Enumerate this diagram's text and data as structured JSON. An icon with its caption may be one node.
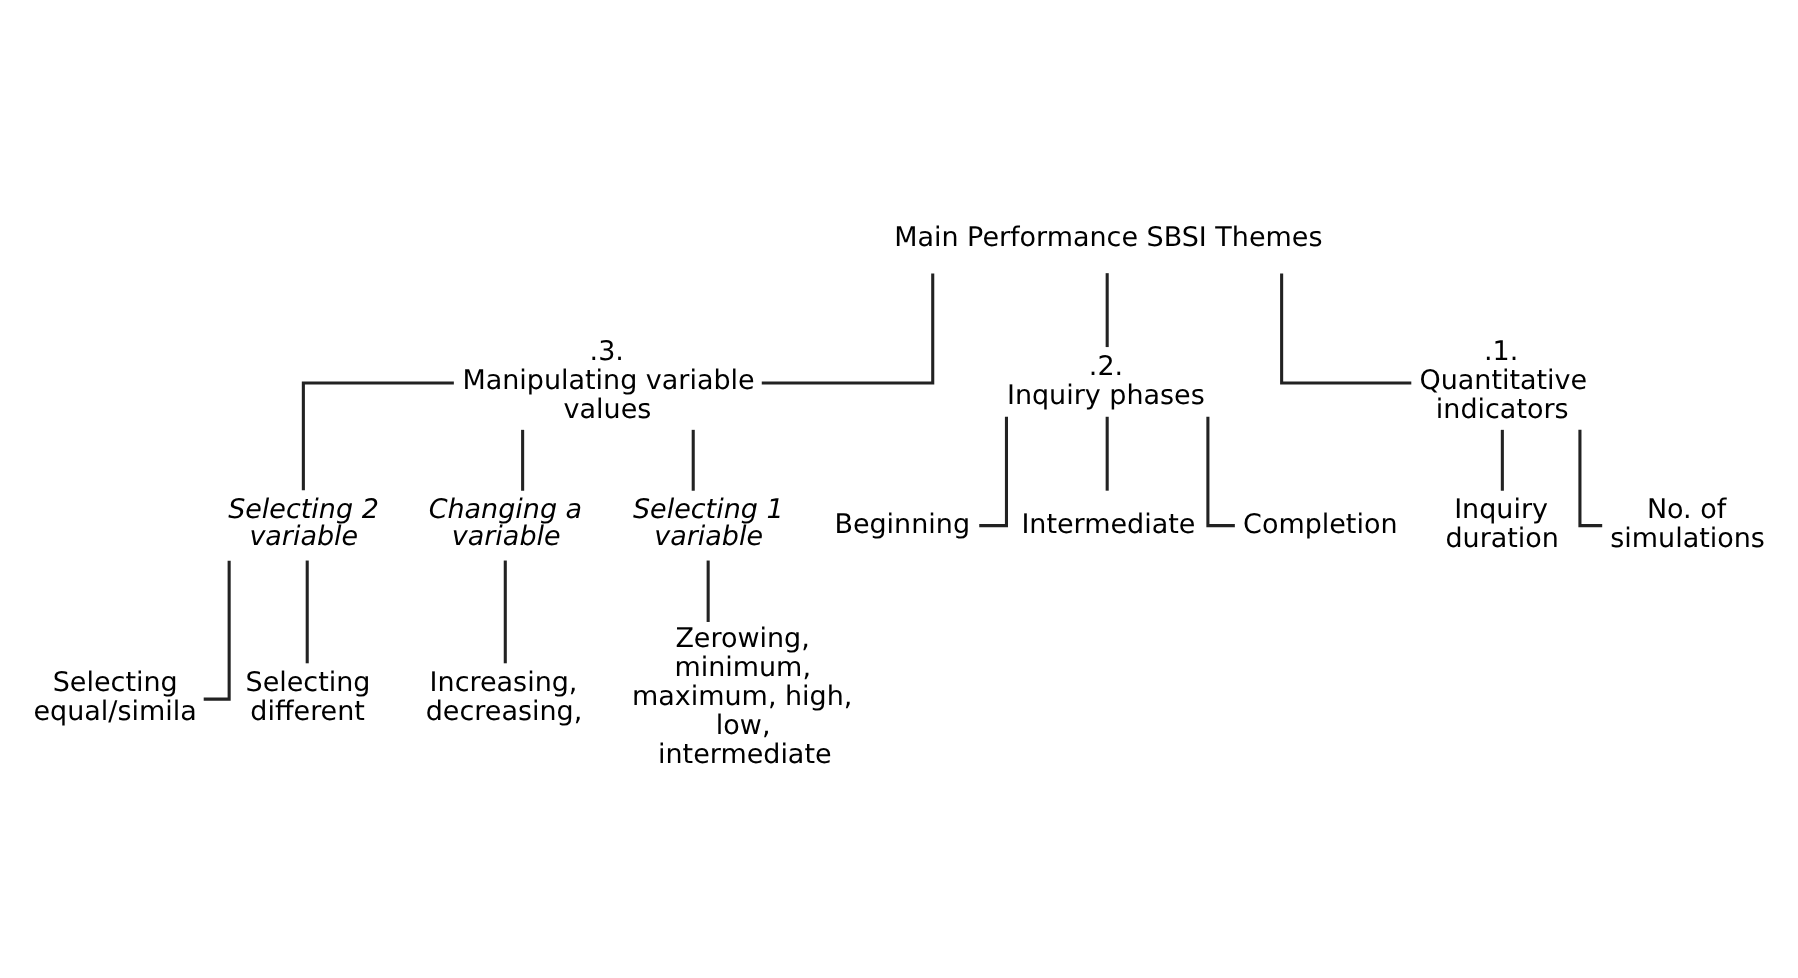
{
  "diagram": {
    "nodes": [
      {
        "text": [
          "Main Performance SBSI Themes"
        ]
      },
      {
        "text": [
          ".3.",
          "Manipulating variable values"
        ]
      },
      {
        "text": [
          "Selecting 2 variable"
        ]
      },
      {
        "text": [
          "Selecting equal/simila"
        ]
      },
      {
        "text": [
          "Selecting different"
        ]
      },
      {
        "text": [
          "Changing a variable"
        ]
      },
      {
        "text": [
          "Increasing, decreasing,"
        ]
      },
      {
        "text": [
          "Selecting 1 variable"
        ]
      },
      {
        "text": [
          "Zerowing, minimum, maximum, high, low, intermediate"
        ]
      },
      {
        "text": [
          ".2.",
          "Inquiry phases"
        ]
      },
      {
        "text": [
          "Beginning"
        ]
      },
      {
        "text": [
          "Intermediate"
        ]
      },
      {
        "text": [
          "Completion"
        ]
      },
      {
        "text": [
          ".1.",
          "Quantitative indicators"
        ]
      },
      {
        "text": [
          "Inquiry duration"
        ]
      },
      {
        "text": [
          "No. of simulations"
        ]
      }
    ],
    "edges": [
      {
        "from": 0,
        "to": 1,
        "arrow": "none"
      },
      {
        "from": 0,
        "to": 9,
        "arrow": "none"
      },
      {
        "from": 0,
        "to": 13,
        "arrow": "none"
      },
      {
        "from": 1,
        "to": 2,
        "arrow": "none"
      },
      {
        "from": 1,
        "to": 5,
        "arrow": "none"
      },
      {
        "from": 1,
        "to": 7,
        "arrow": "none"
      },
      {
        "from": 2,
        "to": 3,
        "arrow": "none"
      },
      {
        "from": 2,
        "to": 4,
        "arrow": "none"
      },
      {
        "from": 5,
        "to": 6,
        "arrow": "none"
      },
      {
        "from": 7,
        "to": 8,
        "arrow": "none"
      },
      {
        "from": 9,
        "to": 10,
        "arrow": "none"
      },
      {
        "from": 9,
        "to": 11,
        "arrow": "none"
      },
      {
        "from": 9,
        "to": 12,
        "arrow": "none"
      },
      {
        "from": 13,
        "to": 14,
        "arrow": "none"
      },
      {
        "from": 13,
        "to": 15,
        "arrow": "none"
      }
    ]
  }
}
